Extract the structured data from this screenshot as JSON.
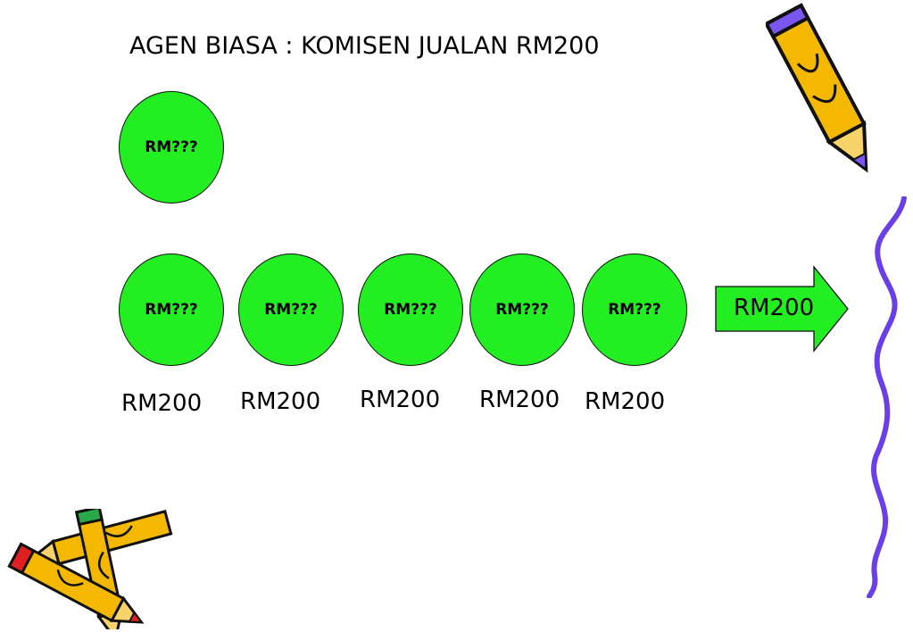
{
  "title": "AGEN BIASA : KOMISEN JUALAN RM200",
  "top_node": {
    "label": "RM???"
  },
  "nodes": [
    {
      "label": "RM???",
      "amount": "RM200"
    },
    {
      "label": "RM???",
      "amount": "RM200"
    },
    {
      "label": "RM???",
      "amount": "RM200"
    },
    {
      "label": "RM???",
      "amount": "RM200"
    },
    {
      "label": "RM???",
      "amount": "RM200"
    }
  ],
  "arrow": {
    "label": "RM200"
  },
  "colors": {
    "node_fill": "#22ee22",
    "pencil_body": "#f5b800",
    "border_line": "#6a3ee8"
  }
}
